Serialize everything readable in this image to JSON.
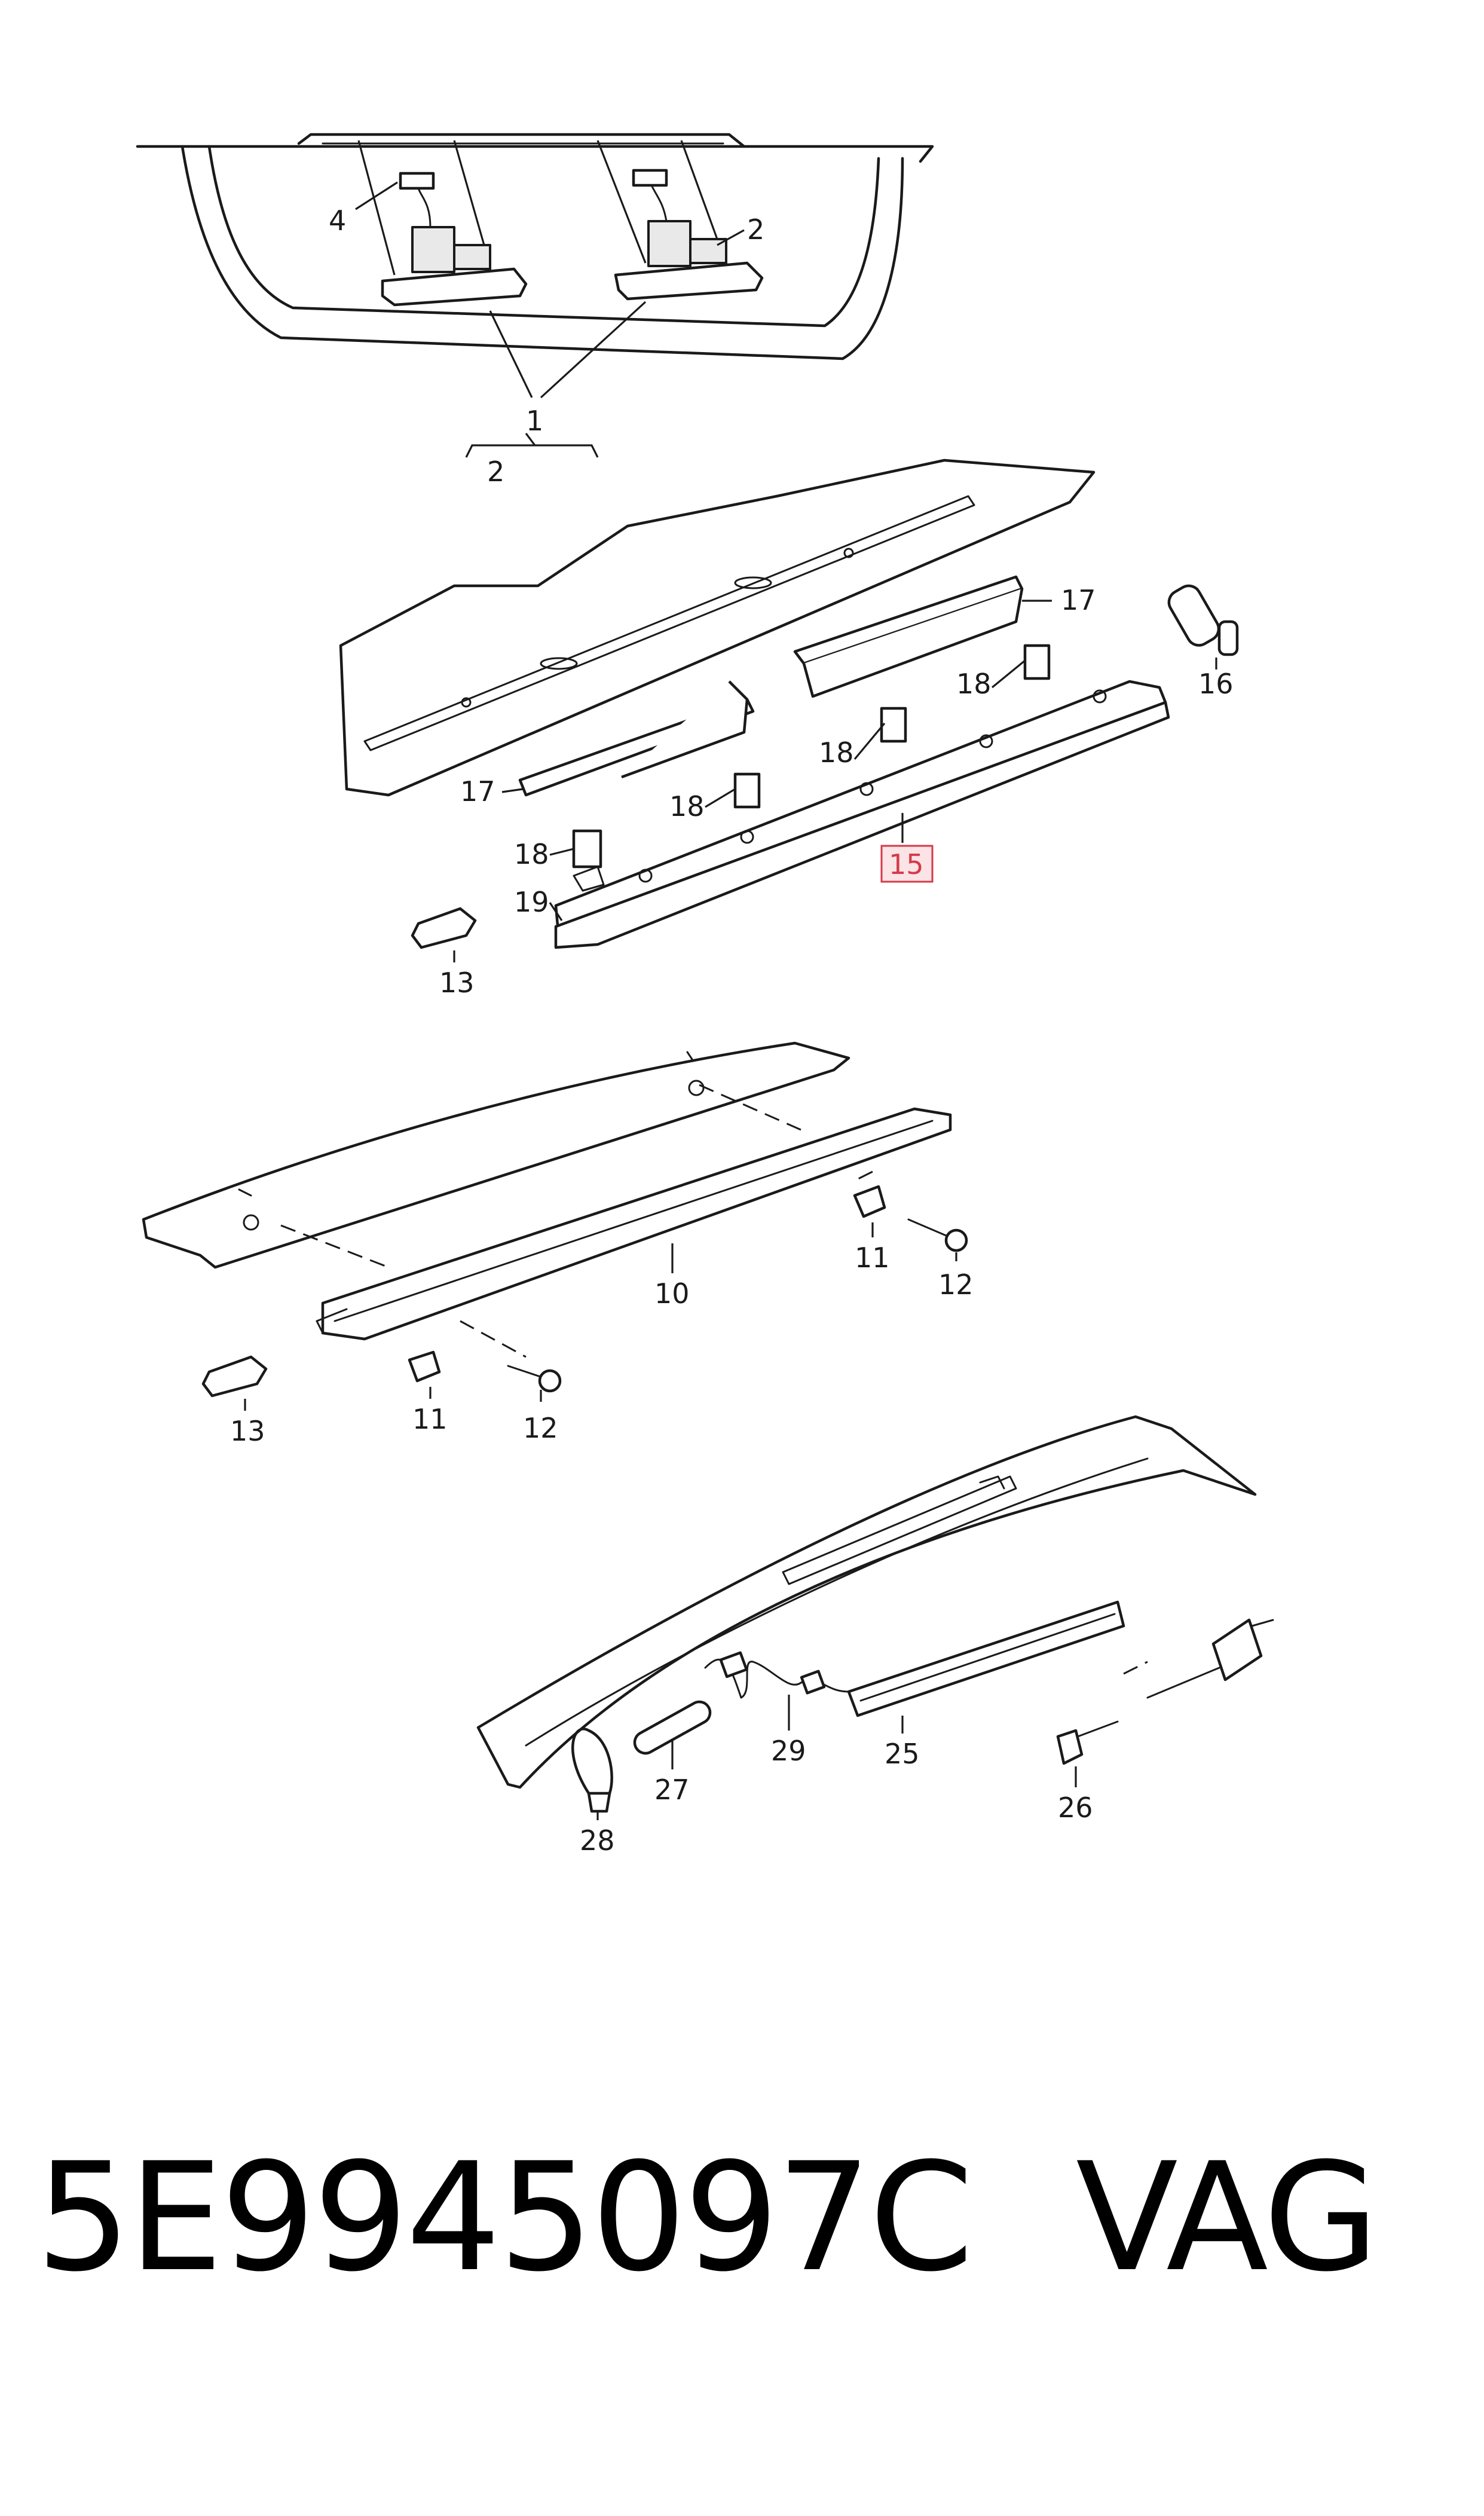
{
  "part_number": "5E9945097C",
  "brand": "VAG",
  "callouts": {
    "c1": "1",
    "c2a": "2",
    "c2b": "2",
    "c4": "4",
    "c10": "10",
    "c11a": "11",
    "c11b": "11",
    "c12a": "12",
    "c12b": "12",
    "c13a": "13",
    "c13b": "13",
    "c15": "15",
    "c16": "16",
    "c17a": "17",
    "c17b": "17",
    "c18a": "18",
    "c18b": "18",
    "c18c": "18",
    "c18d": "18",
    "c19": "19",
    "c25": "25",
    "c26": "26",
    "c27": "27",
    "c28": "28",
    "c29": "29"
  },
  "colors": {
    "line": "#1a1a1a",
    "highlight": "#d43a4a",
    "highlight_fill": "#fbe3e6"
  }
}
